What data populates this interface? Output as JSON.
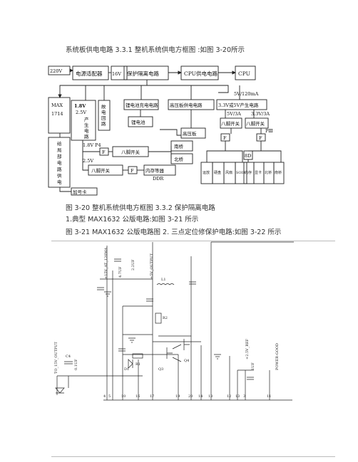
{
  "paragraphs": {
    "p1": "系统板供电电路 3.3.1 整机系统供电方框图 :如图 3-20所示",
    "p2": "图 3-20 整机系统供电方框图 3.3.2 保护隔离电路",
    "p3": "1.典型 MAX1632 公版电路:如图 3-21 所示",
    "p4": "图 3-21 MAX1632 公版电路图 2. 三点定位修保护电路:如图 3-22 所示"
  },
  "diagram": {
    "input_220v": "220V",
    "adapter": "电源适配器",
    "v16": "16V",
    "protect": "保护隔离电路",
    "cpu_power": "CPU供电电路",
    "cpu": "CPU",
    "v5_120ma": "5V/120mA",
    "max_1": "MAX",
    "max_2": "1714",
    "v18_line1": "1.8V",
    "v18_line2": "2.5V",
    "v18_line3": "产",
    "v18_line4": "生",
    "v18_line5": "电",
    "v18_line6": "路",
    "fault_1": "故",
    "fault_2": "电",
    "fault_3": "回",
    "fault_4": "路",
    "li_charge": "锂电池充电电路",
    "li_battery": "锂电池",
    "hv_board_power": "高压板供电电路",
    "v33_v5": "3.3V或5V产生电路",
    "v5_3a": "5V/3A",
    "v33_3a": "3.3V/3A",
    "hv_board": "高压板",
    "sw8_a": "八脚开关",
    "sw8_b": "八脚开关",
    "sw8_c": "八脚开关",
    "sw8_d": "八脚开关",
    "piii": "PⅢ",
    "v18_p4": "1.8V  P4",
    "v25": "2.5V",
    "south": "南桥",
    "north": "北桥",
    "mem_ddr_1": "内存等器",
    "mem_ddr_2": "DDR",
    "f": "F",
    "v8d": "8D",
    "standby_1": "给",
    "standby_2": "局",
    "standby_3": "部",
    "standby_4": "电",
    "standby_5": "路",
    "standby_6": "供",
    "standby_7": "电",
    "card": "加号卡",
    "out_a": "运放",
    "out_b": "硬盘",
    "out_c": "风扇",
    "out_d": "SOIR",
    "out_e": "内存",
    "out_f": "显卡",
    "out_g": "北桥",
    "out_h": "南桥"
  },
  "schematic": {
    "pins": [
      "4",
      "5",
      "10",
      "16",
      "17",
      "19",
      "20",
      "14",
      "13",
      "12",
      "13",
      "3",
      "11"
    ],
    "labels": {
      "l1": "TO_15V_OUTPUT",
      "l2": "+15V_AT_120MA",
      "l3": "+5V_OUTPUT",
      "l4": "POWER-GOOD",
      "l5": "+2.5V_REF",
      "q3": "Q3",
      "q4": "Q4",
      "r1": "R1",
      "r2": "R2",
      "c4": "C4",
      "cap_small": "0.1UF",
      "cap_med": "4.7UF",
      "cap_big": "2.2UF",
      "cap_1u": "1UF",
      "diode": "D1",
      "ind": "L1"
    }
  }
}
